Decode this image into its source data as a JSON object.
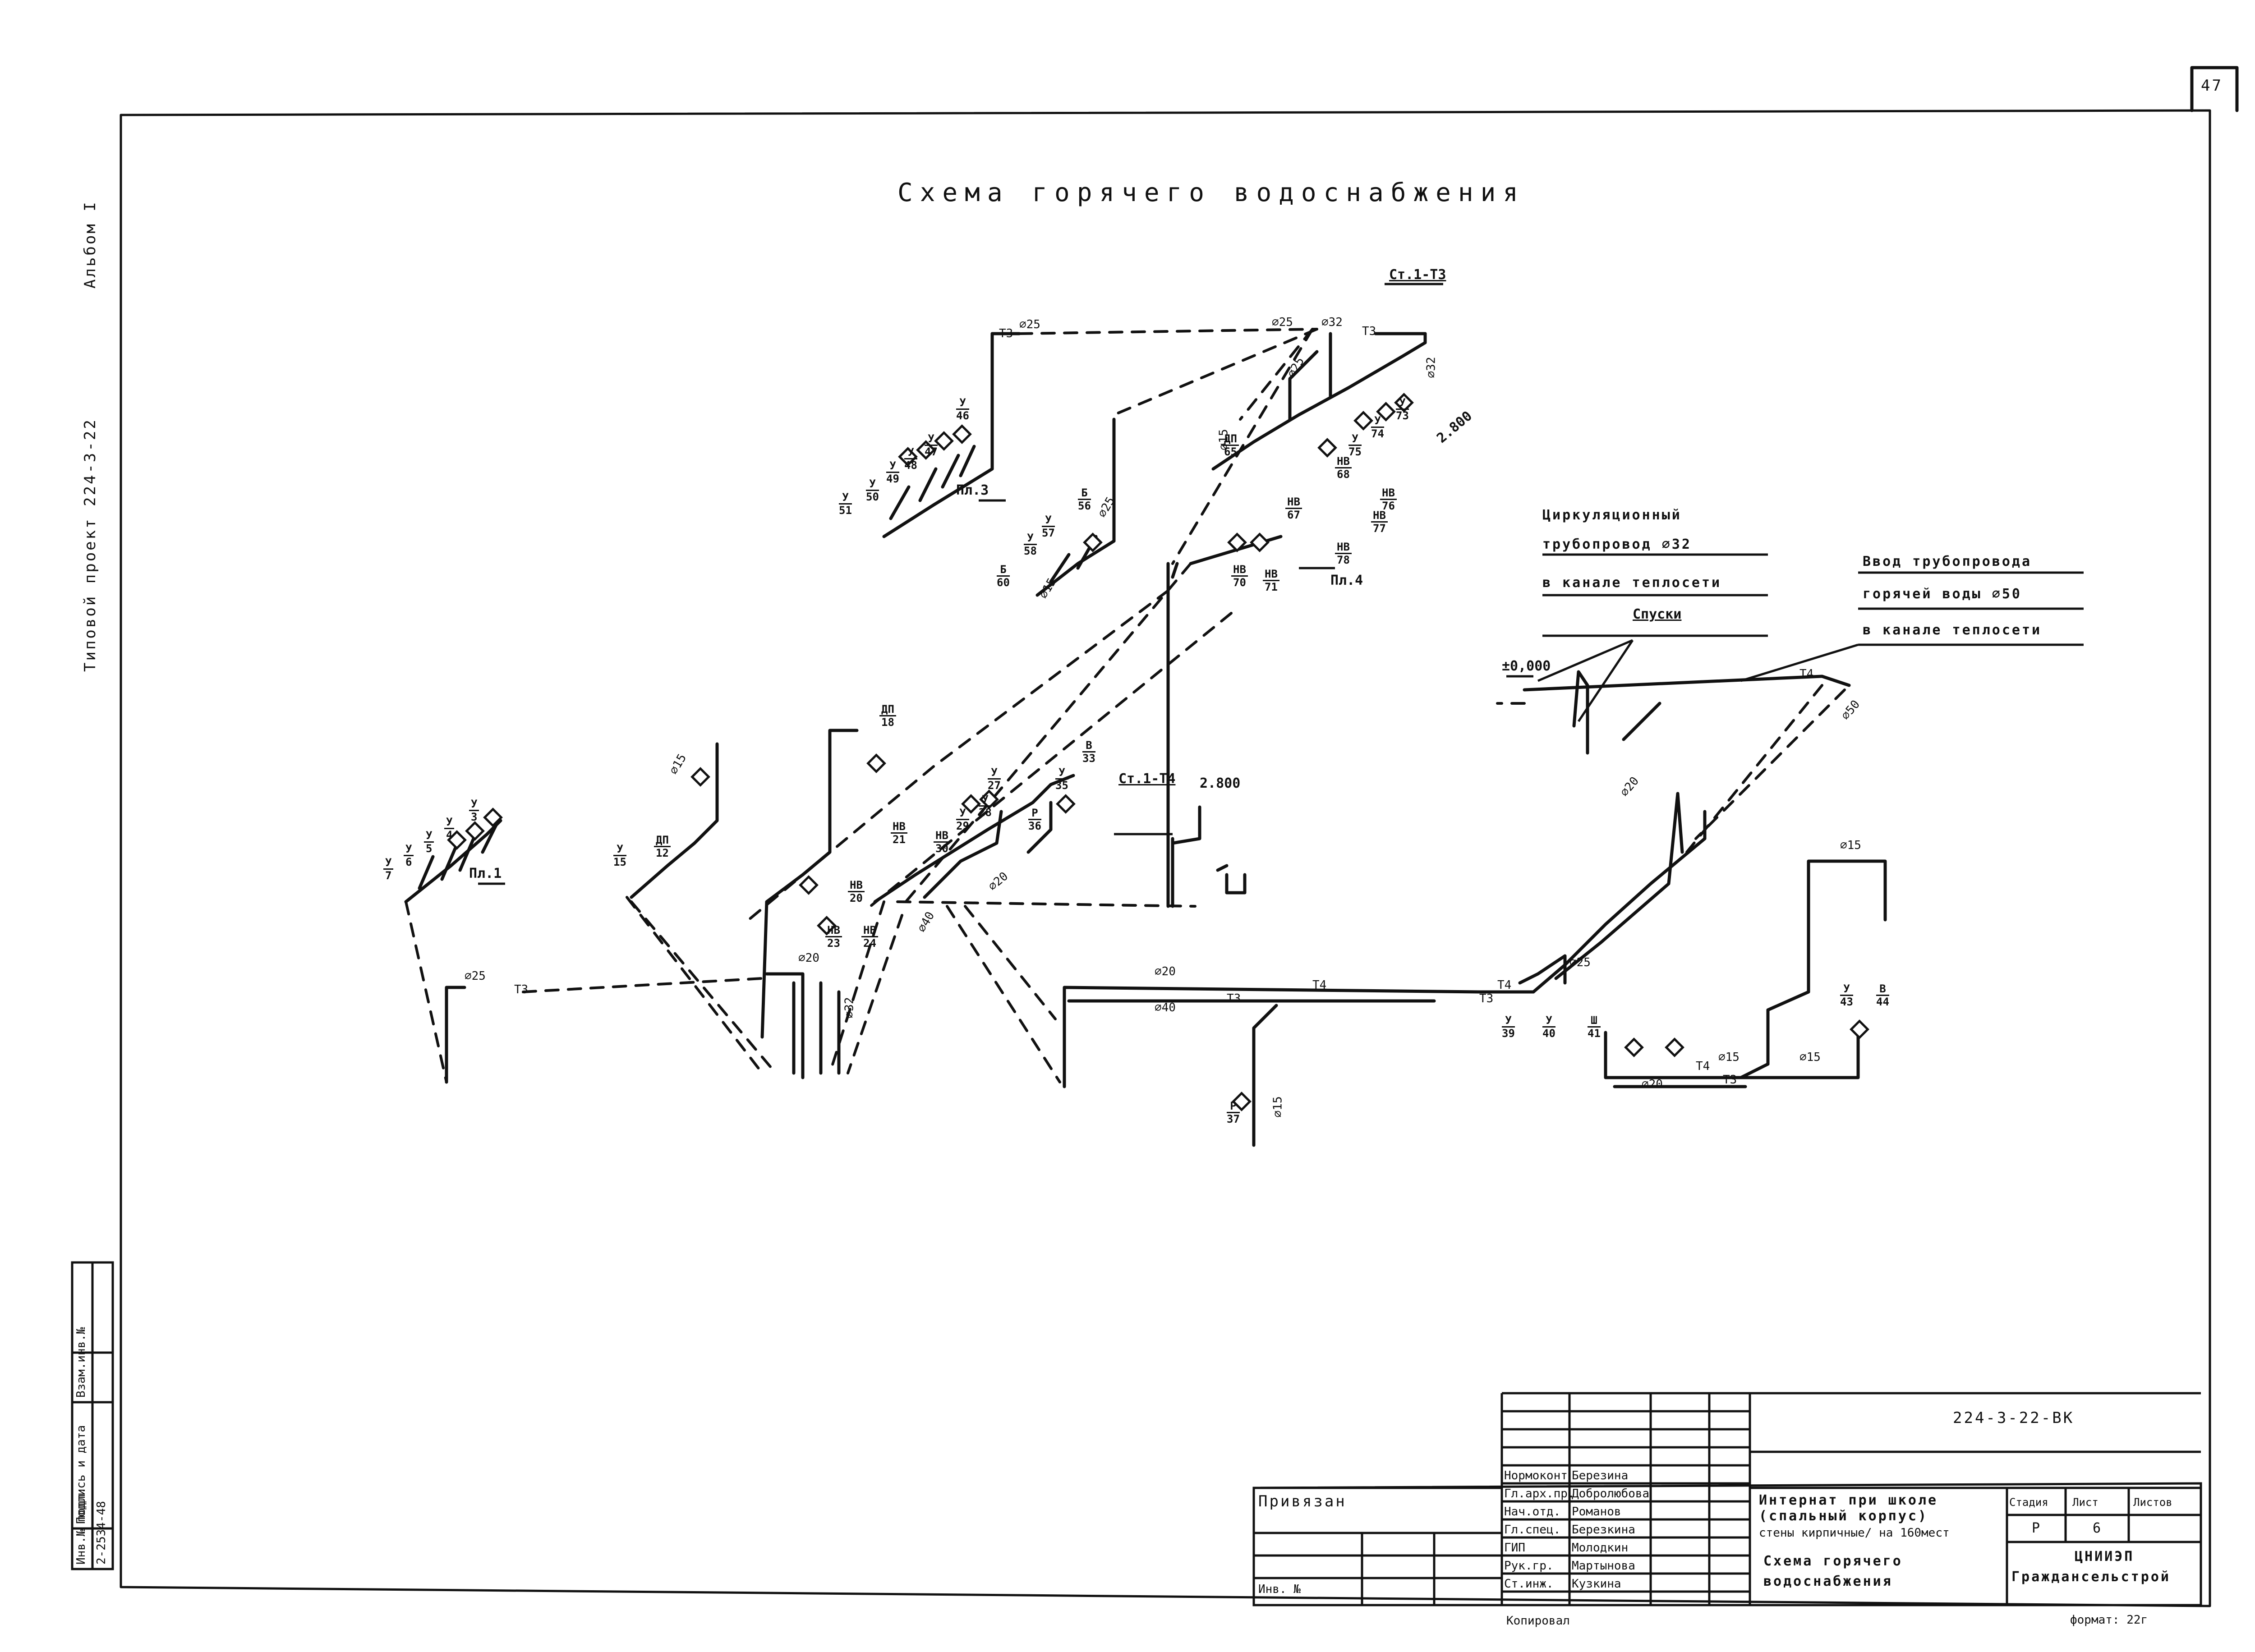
{
  "sheet": {
    "number": "47",
    "title": "Схема горячего водоснабжения",
    "side_album": "Альбом I",
    "side_project": "Типовой проект 224-3-22",
    "format": "формат: 22г"
  },
  "labels": {
    "riser_t3": "Ст.1-Т3",
    "riser_t4": "Ст.1-Т4",
    "level_2800_a": "2.800",
    "level_2800_b": "2.800",
    "level_zero": "±0,000",
    "spuski": "Спуски",
    "pl1": "Пл.1",
    "pl3": "Пл.3",
    "pl4": "Пл.4",
    "circ_line1": "Циркуляционный",
    "circ_line2": "трубопровод ⌀32",
    "circ_line3": "в канале теплосети",
    "input_line1": "Ввод трубопровода",
    "input_line2": "горячей воды ⌀50",
    "input_line3": "в канале теплосети"
  },
  "pipe_marks": [
    "Т3",
    "Т3",
    "Т3",
    "Т4",
    "Т3",
    "Т4",
    "Т3",
    "Т4",
    "Т3",
    "Т4"
  ],
  "diameters": [
    "⌀25",
    "⌀25",
    "⌀32",
    "⌀32",
    "⌀25",
    "⌀15",
    "⌀25",
    "⌀15",
    "⌀25",
    "⌀20",
    "⌀40",
    "⌀20",
    "⌀40",
    "⌀20",
    "⌀15",
    "⌀32",
    "⌀50",
    "⌀20",
    "⌀15",
    "⌀25",
    "⌀20",
    "⌀15",
    "⌀15",
    "⌀15"
  ],
  "fixtures": [
    {
      "top": "У",
      "bot": "51"
    },
    {
      "top": "У",
      "bot": "50"
    },
    {
      "top": "У",
      "bot": "49"
    },
    {
      "top": "У",
      "bot": "48"
    },
    {
      "top": "У",
      "bot": "47"
    },
    {
      "top": "У",
      "bot": "46"
    },
    {
      "top": "Б",
      "bot": "60"
    },
    {
      "top": "У",
      "bot": "58"
    },
    {
      "top": "У",
      "bot": "57"
    },
    {
      "top": "Б",
      "bot": "56"
    },
    {
      "top": "ДП",
      "bot": "65"
    },
    {
      "top": "НВ",
      "bot": "67"
    },
    {
      "top": "НВ",
      "bot": "68"
    },
    {
      "top": "У",
      "bot": "75"
    },
    {
      "top": "У",
      "bot": "74"
    },
    {
      "top": "У",
      "bot": "73"
    },
    {
      "top": "НВ",
      "bot": "76"
    },
    {
      "top": "НВ",
      "bot": "77"
    },
    {
      "top": "НВ",
      "bot": "78"
    },
    {
      "top": "НВ",
      "bot": "70"
    },
    {
      "top": "НВ",
      "bot": "71"
    },
    {
      "top": "У",
      "bot": "7"
    },
    {
      "top": "У",
      "bot": "6"
    },
    {
      "top": "У",
      "bot": "5"
    },
    {
      "top": "У",
      "bot": "4"
    },
    {
      "top": "У",
      "bot": "3"
    },
    {
      "top": "У",
      "bot": "15"
    },
    {
      "top": "ДП",
      "bot": "12"
    },
    {
      "top": "ДП",
      "bot": "18"
    },
    {
      "top": "НВ",
      "bot": "21"
    },
    {
      "top": "НВ",
      "bot": "20"
    },
    {
      "top": "НВ",
      "bot": "23"
    },
    {
      "top": "НВ",
      "bot": "24"
    },
    {
      "top": "НВ",
      "bot": "30"
    },
    {
      "top": "У",
      "bot": "29"
    },
    {
      "top": "У",
      "bot": "28"
    },
    {
      "top": "У",
      "bot": "27"
    },
    {
      "top": "Р",
      "bot": "36"
    },
    {
      "top": "У",
      "bot": "35"
    },
    {
      "top": "В",
      "bot": "33"
    },
    {
      "top": "Р",
      "bot": "37"
    },
    {
      "top": "У",
      "bot": "39"
    },
    {
      "top": "У",
      "bot": "40"
    },
    {
      "top": "Ш",
      "bot": "41"
    },
    {
      "top": "У",
      "bot": "43"
    },
    {
      "top": "В",
      "bot": "44"
    }
  ],
  "stamp": {
    "code": "224-3-22-ВК",
    "privyazan": "Привязан",
    "inv_no": "Инв. №",
    "roles": [
      "Нормоконт",
      "Гл.арх.пр.",
      "Нач.отд.",
      "Гл.спец.",
      "ГИП",
      "Рук.гр.",
      "Ст.инж."
    ],
    "names": [
      "Березина",
      "Добролюбова",
      "Романов",
      "Березкина",
      "Молодкин",
      "Мартынова",
      "Кузкина"
    ],
    "object_line1": "Интернат при школе",
    "object_line2": "(спальный корпус)",
    "object_line3": "стены кирпичные/ на 160мест",
    "sheet_title_line1": "Схема горячего",
    "sheet_title_line2": "водоснабжения",
    "stage_hdr": "Стадия",
    "list_hdr": "Лист",
    "lists_hdr": "Листов",
    "stage": "Р",
    "list": "6",
    "org_line1": "ЦНИИЭП",
    "org_line2": "Граждансельстрой",
    "copied": "Копировал"
  },
  "left_strip": {
    "inv_label": "Инв.№ подл.",
    "sign_label": "Подпись и дата",
    "vz_label": "Взам.инв.№",
    "inv_value": "2-2534-48"
  }
}
